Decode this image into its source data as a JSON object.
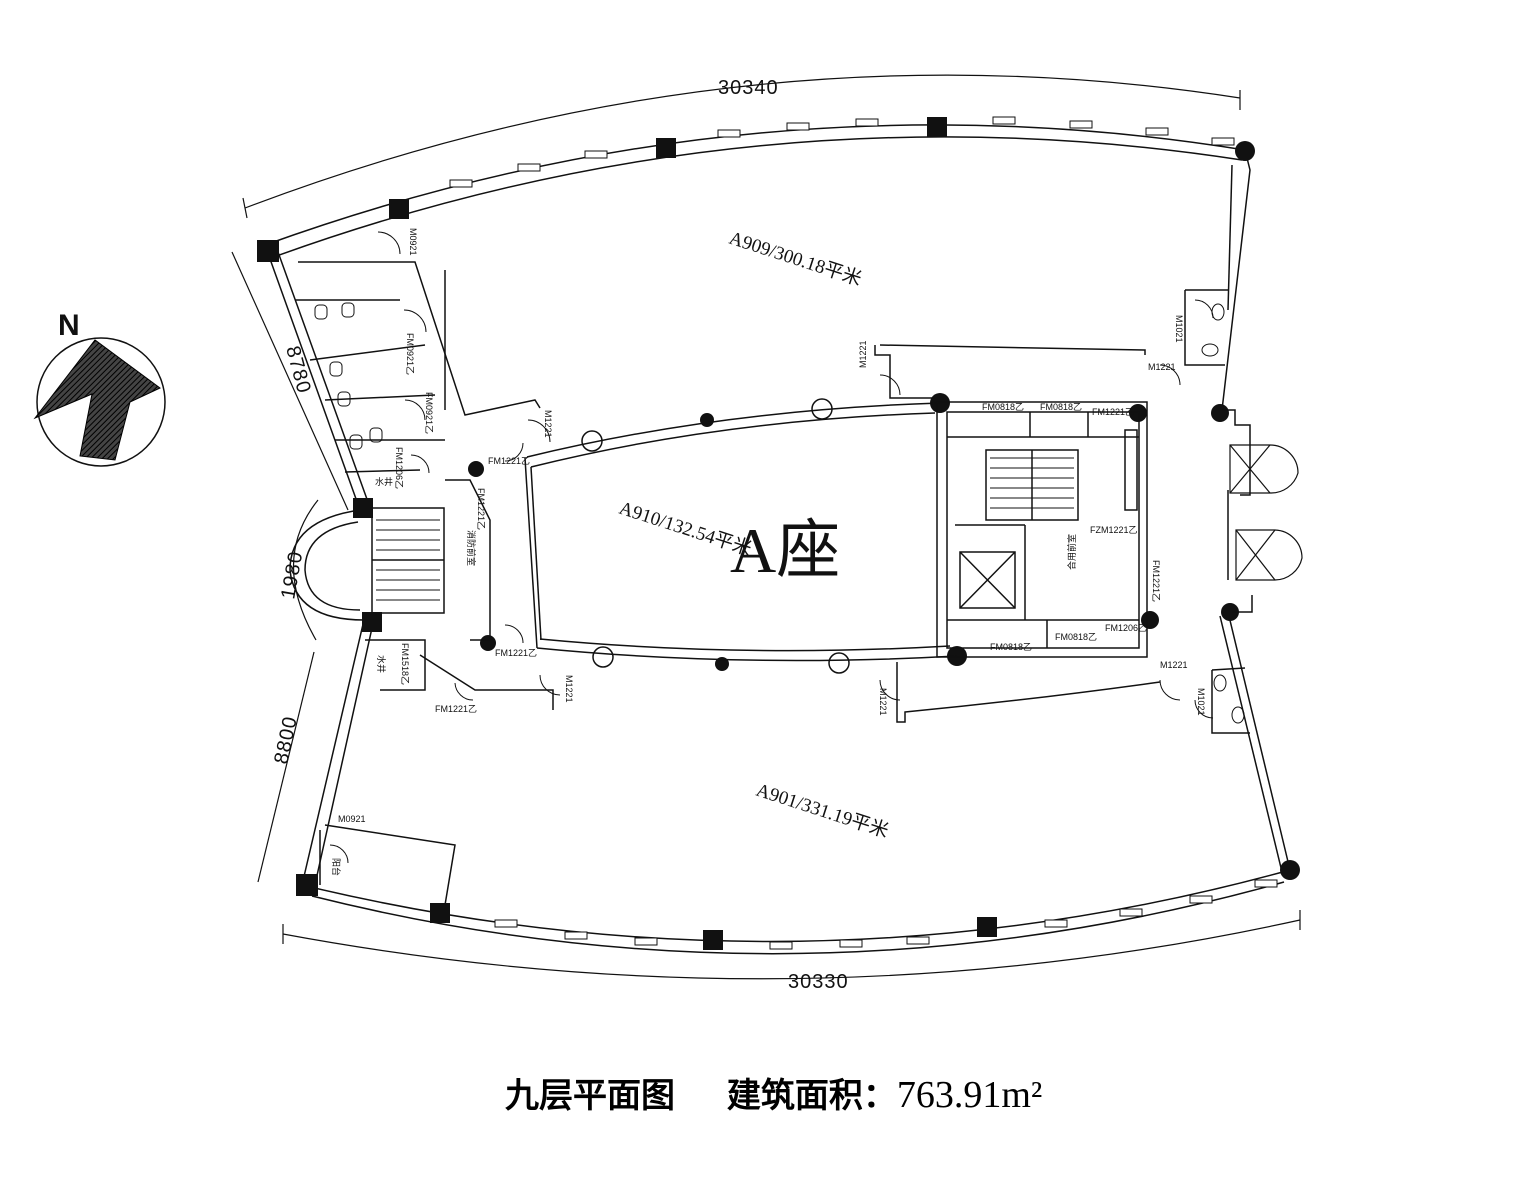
{
  "north_label": "N",
  "dimensions": {
    "top": "30340",
    "bottom": "30330",
    "upper_left": "8780",
    "lower_left": "8800",
    "stair_round": "1980"
  },
  "rooms": {
    "a909": "A909/300.18平米",
    "a910": "A910/132.54平米",
    "a901": "A901/331.19平米",
    "block": "A座"
  },
  "door_tags": {
    "m0921_top": "M0921",
    "m0921_bottom": "M0921",
    "fm0921_a": "FM0921乙",
    "fm0921_b": "FM0921乙",
    "m1221_a": "M1221",
    "m1221_b": "M1221",
    "m1221_c": "M1221",
    "m1221_d": "M1221",
    "m1221_e": "M1221",
    "m1221_f": "M1221",
    "m1021_a": "M1021",
    "m1021_b": "M1021",
    "fm1221_a": "FM1221乙",
    "fm1221_b": "FM1221乙",
    "fm1221_c": "FM1221乙",
    "fm1221_d": "FM1221乙",
    "fm1221_e": "FM1221乙",
    "fzm1221": "FZM1221乙",
    "fm1221_f": "FM1221乙",
    "fm0818_a": "FM0818乙",
    "fm0818_b": "FM0818乙",
    "fm1206_a": "FM1206乙",
    "fm0818_c": "FM0818乙",
    "fm0818_d": "FM0818乙",
    "fm1206_b": "FM1206乙",
    "fm1518": "FM1518乙"
  },
  "small_labels": {
    "well_1": "水井",
    "well_2": "水井",
    "fire_front": "消防前室",
    "combined_front": "合用前室",
    "balcony": "阳台"
  },
  "caption": {
    "title": "九层平面图",
    "area_label": "建筑面积：",
    "area_value": "763.91m²"
  },
  "colors": {
    "line": "#111111",
    "background": "#ffffff"
  }
}
